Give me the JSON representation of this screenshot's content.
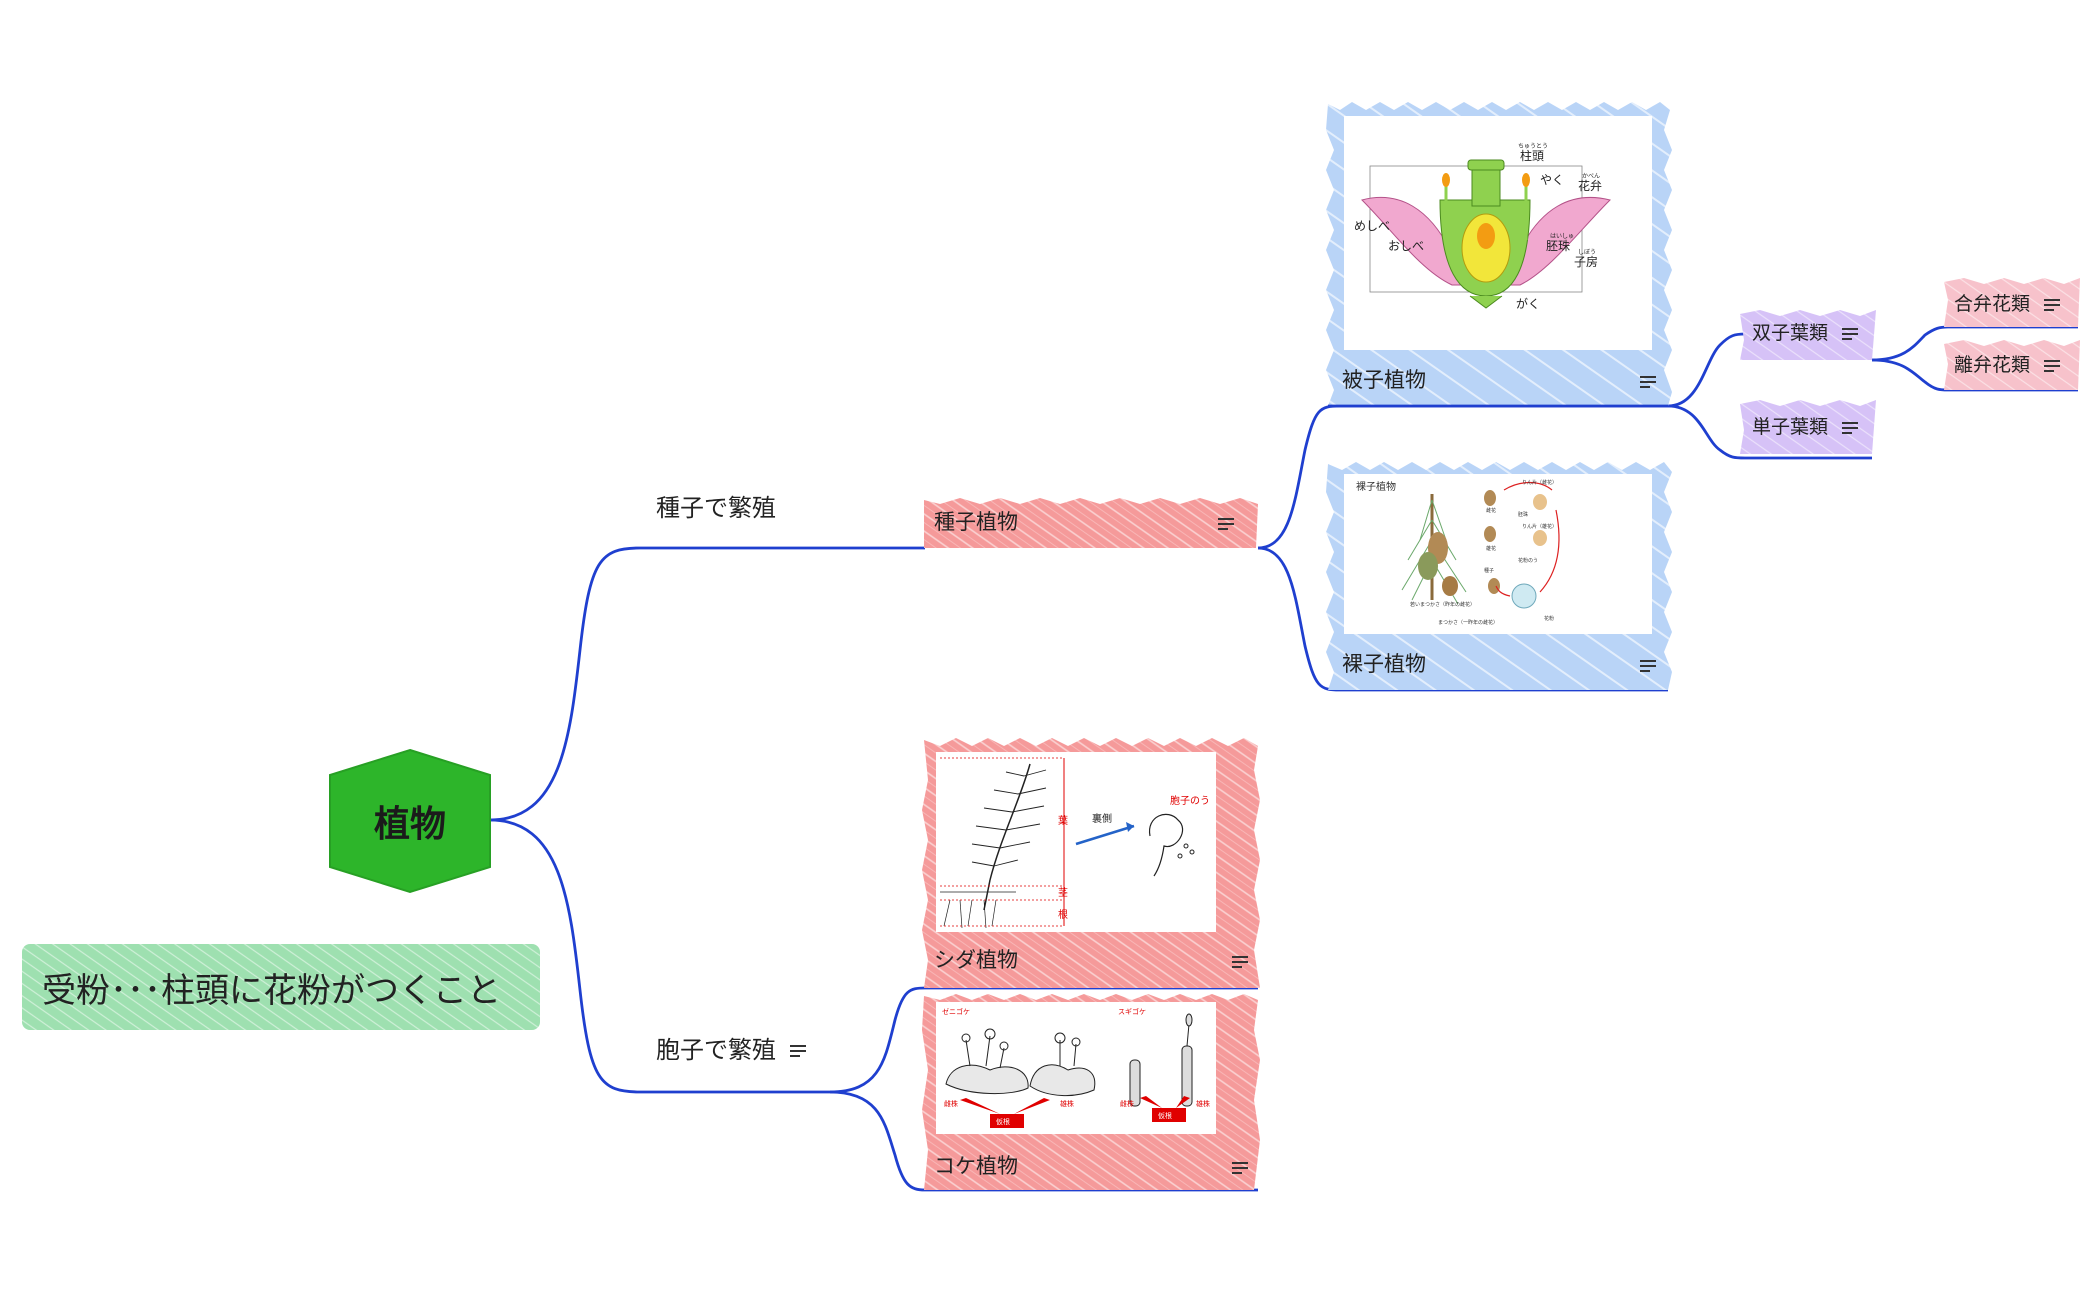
{
  "root": {
    "label": "植物",
    "color": "#2db52a"
  },
  "note": {
    "text": "受粉･･･柱頭に花粉がつくこと",
    "color": "#9ee0b0"
  },
  "branches": {
    "seed": {
      "label": "種子で繁殖"
    },
    "spore": {
      "label": "胞子で繁殖"
    }
  },
  "nodes": {
    "seed_plants": {
      "label": "種子植物",
      "color": "#f59a9a"
    },
    "angiosperm": {
      "label": "被子植物",
      "color": "#b9d4f7"
    },
    "gymnosperm": {
      "label": "裸子植物",
      "color": "#b9d4f7"
    },
    "fern": {
      "label": "シダ植物",
      "color": "#f59a9a"
    },
    "moss": {
      "label": "コケ植物",
      "color": "#f59a9a"
    },
    "dicot": {
      "label": "双子葉類",
      "color": "#d6c2f7"
    },
    "monocot": {
      "label": "単子葉類",
      "color": "#d6c2f7"
    },
    "sympetalous": {
      "label": "合弁花類",
      "color": "#f7c2cb"
    },
    "choripetalous": {
      "label": "離弁花類",
      "color": "#f7c2cb"
    }
  },
  "images": {
    "flower": {
      "labels": {
        "stigma": "柱頭",
        "stigma_ruby": "ちゅうとう",
        "anther": "やく",
        "petal": "花弁",
        "petal_ruby": "かべん",
        "pistil": "めしべ",
        "stamen": "おしべ",
        "ovule": "胚珠",
        "ovule_ruby": "はいしゅ",
        "ovary": "子房",
        "ovary_ruby": "しぼう",
        "sepal": "がく"
      }
    },
    "pine": {
      "labels": {
        "title": "裸子植物",
        "female_top": "りん片（雌花）",
        "male_top": "りん片（雄花）",
        "ovule_box": "胚珠",
        "pollen_sac": "花粉のう",
        "pollen": "花粉",
        "seed": "種子",
        "female_flower": "雌花",
        "male_flower": "雄花",
        "pine_cone": "まつかさ（一昨年の雌花）",
        "young_cone": "若いまつかさ（昨年の雌花）"
      }
    },
    "fern_img": {
      "labels": {
        "back": "裏側",
        "sporangium": "胞子のう",
        "leaf": "葉",
        "stem": "茎",
        "root": "根"
      }
    },
    "moss_img": {
      "labels": {
        "zenigoke": "ゼニゴケ",
        "sugigoke": "スギゴケ",
        "female1": "雌株",
        "male1": "雄株",
        "rhizoid1": "仮根",
        "female2": "雌株",
        "male2": "雄株",
        "rhizoid2": "仮根"
      }
    }
  },
  "colors": {
    "line": "#1f3fcf",
    "flower_pink": "#f1a8cf",
    "flower_green": "#8fd14f",
    "flower_yellow": "#f2e63a",
    "flower_orange": "#f39c12",
    "label_red": "#e00000"
  },
  "icons": {
    "notes": "notes-lines-icon"
  }
}
